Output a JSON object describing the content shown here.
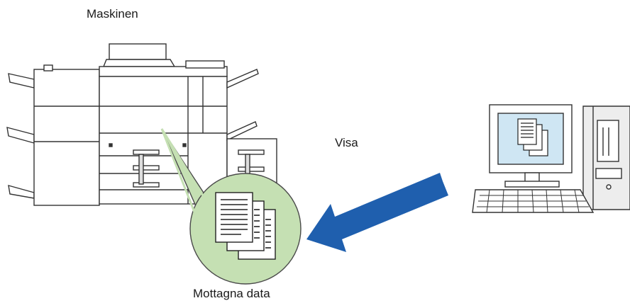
{
  "labels": {
    "machine": "Maskinen",
    "send": "Visa",
    "received_data": "Mottagna data"
  },
  "colors": {
    "arrow": "#1f5fae",
    "bubble_fill": "#c5e0b3",
    "bubble_stroke": "#4a4a4a",
    "monitor_screen": "#cfe6f3",
    "device_outline": "#333333",
    "device_fill": "#ffffff",
    "tower_fill": "#ededed"
  },
  "icons": {
    "machine": "multifunction-printer-icon",
    "computer": "desktop-computer-icon",
    "documents": "document-stack-icon",
    "arrow": "arrow-left-icon"
  }
}
